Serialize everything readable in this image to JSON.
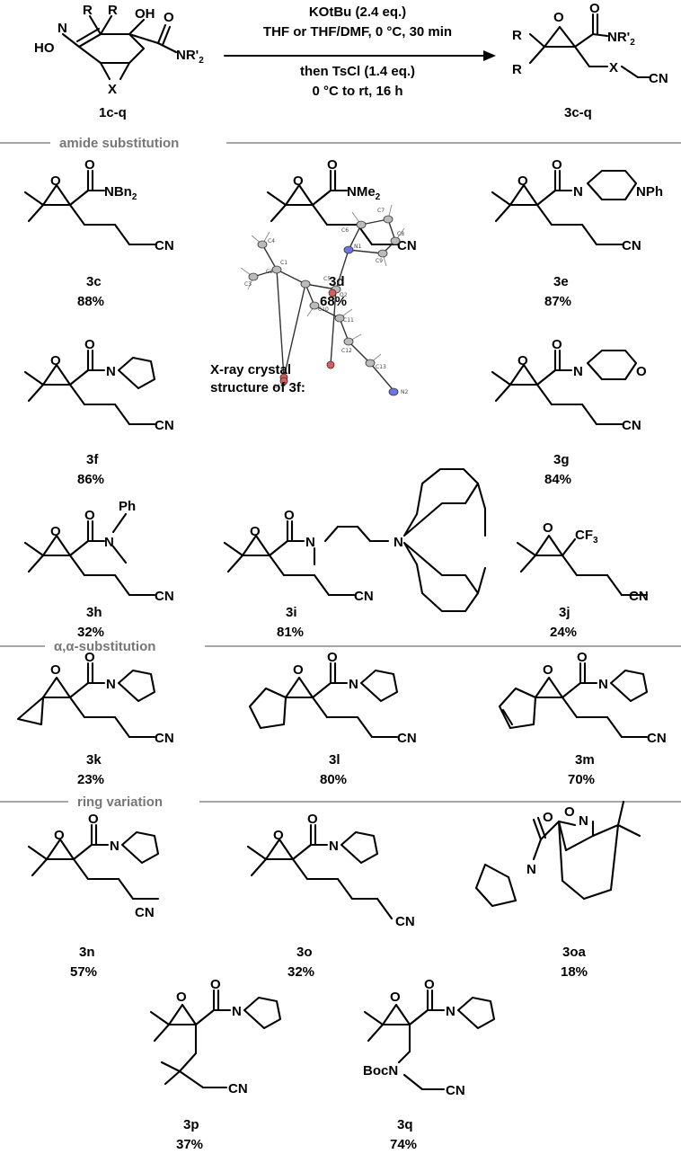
{
  "scheme": {
    "start_label": "1c-q",
    "product_label": "3c-q",
    "conditions": {
      "line1": "KOtBu (2.4 eq.)",
      "line2": "THF or THF/DMF, 0 °C, 30 min",
      "line3": "then TsCl (1.4 eq.)",
      "line4": "0 °C to rt, 16 h"
    }
  },
  "sections": [
    {
      "title": "amide substitution"
    },
    {
      "title": "α,α-substitution"
    },
    {
      "title": "ring variation"
    }
  ],
  "xray_caption": {
    "line1": "X-ray crystal",
    "line2": "structure of 3f:"
  },
  "compounds": [
    {
      "id": "3c",
      "yield": "88%"
    },
    {
      "id": "3d",
      "yield": "68%"
    },
    {
      "id": "3e",
      "yield": "87%"
    },
    {
      "id": "3f",
      "yield": "86%"
    },
    {
      "id": "3g",
      "yield": "84%"
    },
    {
      "id": "3h",
      "yield": "32%"
    },
    {
      "id": "3i",
      "yield": "81%"
    },
    {
      "id": "3j",
      "yield": "24%"
    },
    {
      "id": "3k",
      "yield": "23%"
    },
    {
      "id": "3l",
      "yield": "80%"
    },
    {
      "id": "3m",
      "yield": "70%"
    },
    {
      "id": "3n",
      "yield": "57%"
    },
    {
      "id": "3o",
      "yield": "32%"
    },
    {
      "id": "3oa",
      "yield": "18%"
    },
    {
      "id": "3p",
      "yield": "37%"
    },
    {
      "id": "3q",
      "yield": "74%"
    }
  ],
  "atom_labels": {
    "O": "O",
    "OH": "OH",
    "HO": "HO",
    "N": "N",
    "X": "X",
    "R": "R",
    "CN": "CN",
    "NR2": "NR'",
    "two": "2",
    "NBn": "NBn",
    "NMe": "NMe",
    "NPh": "NPh",
    "Ph": "Ph",
    "CF": "CF",
    "three": "3",
    "BocN": "BocN"
  },
  "crystal_atoms": [
    "C1",
    "C2",
    "C3",
    "C4",
    "C5",
    "C6",
    "C7",
    "C8",
    "C9",
    "C10",
    "C11",
    "C12",
    "C13",
    "N1",
    "N2",
    "O1",
    "O2"
  ]
}
